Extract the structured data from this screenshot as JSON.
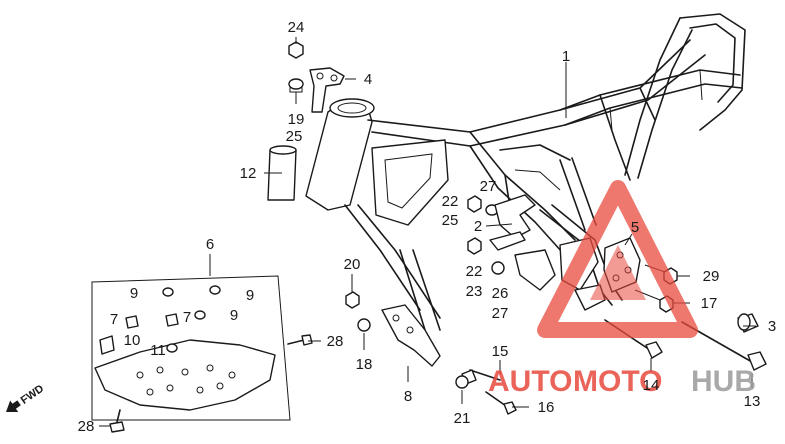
{
  "callouts": [
    {
      "label": "1"
    },
    {
      "label": "2"
    },
    {
      "label": "3"
    },
    {
      "label": "4"
    },
    {
      "label": "5"
    },
    {
      "label": "6"
    },
    {
      "label": "7"
    },
    {
      "label": "7"
    },
    {
      "label": "8"
    },
    {
      "label": "9"
    },
    {
      "label": "9"
    },
    {
      "label": "9"
    },
    {
      "label": "10"
    },
    {
      "label": "11"
    },
    {
      "label": "12"
    },
    {
      "label": "13"
    },
    {
      "label": "14"
    },
    {
      "label": "15"
    },
    {
      "label": "16"
    },
    {
      "label": "17"
    },
    {
      "label": "18"
    },
    {
      "label": "19"
    },
    {
      "label": "20"
    },
    {
      "label": "21"
    },
    {
      "label": "22"
    },
    {
      "label": "22"
    },
    {
      "label": "23"
    },
    {
      "label": "24"
    },
    {
      "label": "25"
    },
    {
      "label": "25"
    },
    {
      "label": "26"
    },
    {
      "label": "27"
    },
    {
      "label": "27"
    },
    {
      "label": "28"
    },
    {
      "label": "28"
    },
    {
      "label": "29"
    }
  ],
  "direction_marker": {
    "label": "FWD",
    "icon": "arrow-left-icon"
  },
  "watermark": {
    "brand_part_1": "AUTO",
    "brand_part_2": "MOTO",
    "brand_part_3": "HUB",
    "accent_color": "#e8493d",
    "secondary_color": "#9a9a9a"
  }
}
